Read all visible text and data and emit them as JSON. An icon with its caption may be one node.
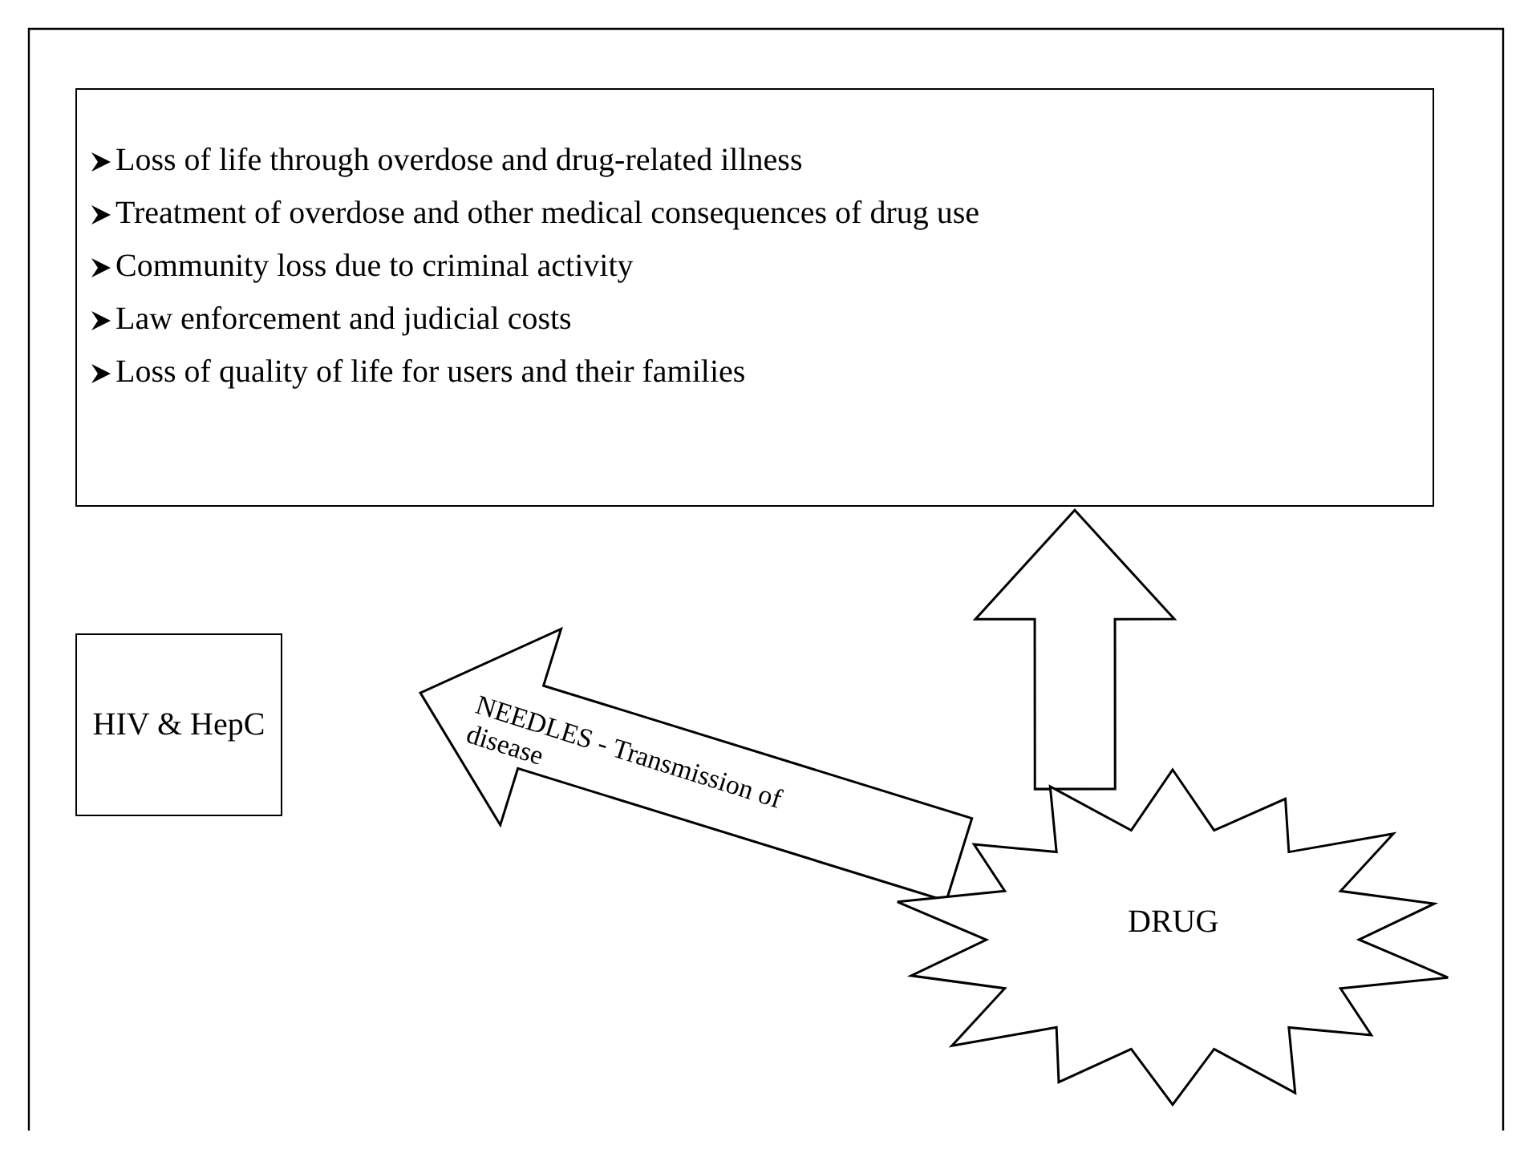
{
  "diagram": {
    "nodes": [
      {
        "text": [
          "Loss of life through overdose and drug-related illness",
          "Treatment of overdose and other medical  consequences of drug use",
          "Community loss due to criminal activity",
          "Law enforcement and judicial costs",
          "Loss of quality of life for users and their families"
        ]
      },
      {
        "text": [
          "HIV & HepC"
        ]
      },
      {
        "text": [
          "DRUG"
        ]
      }
    ],
    "edges": [
      {
        "from": 2,
        "to": 0,
        "arrow": "to"
      },
      {
        "from": 2,
        "to": 1,
        "arrow": "to",
        "label": "NEEDLES - Transmission of disease"
      }
    ]
  }
}
